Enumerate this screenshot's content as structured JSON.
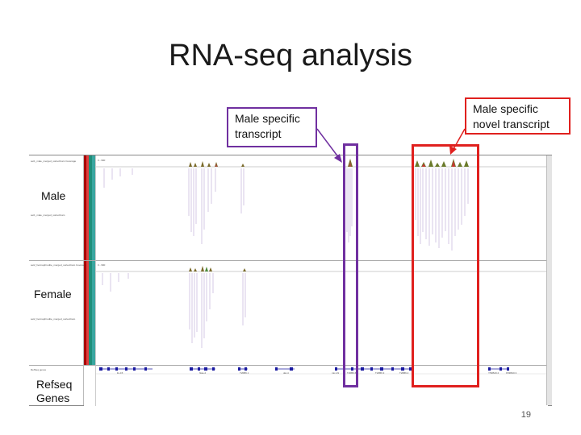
{
  "slide": {
    "title": "RNA-seq analysis",
    "page_number": "19"
  },
  "callouts": {
    "male_specific": [
      "Male specific",
      "transcript"
    ],
    "novel": [
      "Male specific",
      "novel transcript"
    ]
  },
  "tracks": {
    "male": {
      "label": "Male",
      "coverage_file": "set1_male_merged_sorted.bam Coverage",
      "bam_file": "set1_male_merged_sorted.bam",
      "range": "0 - 990"
    },
    "female": {
      "label": "Female",
      "coverage_file": "set2_hermaphrodite_merged_sorted.bam Coverage",
      "bam_file": "set2_hermaphrodite_merged_sorted.bam",
      "range": "0 - 990"
    },
    "refseq": {
      "label_lines": [
        "Refseq",
        "Genes"
      ],
      "file": "RefSeq genes",
      "gene_labels": [
        "lin-15",
        "hlas-2",
        "T20B6.1",
        "del-4",
        "mic-19",
        "T20B6.6",
        "T20B6.3",
        "T20B6.2",
        "Y53B20.2",
        "K53B20.3"
      ]
    }
  },
  "colors": {
    "purple_highlight": "#7030a0",
    "red_highlight": "#e0201e",
    "gene_blue": "#1a1aa0",
    "read_lilac": "#b7a6d4"
  }
}
